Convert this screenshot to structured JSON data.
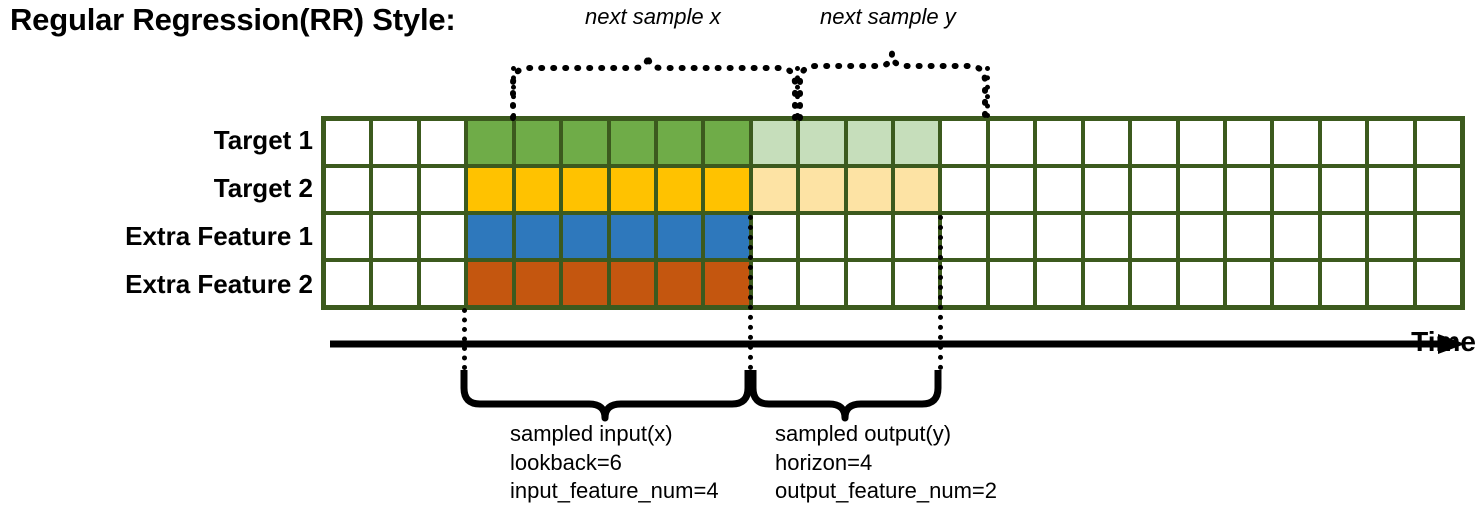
{
  "title": "Regular Regression(RR) Style:",
  "rows": [
    {
      "label": "Target 1",
      "key": "target-1"
    },
    {
      "label": "Target 2",
      "key": "target-2"
    },
    {
      "label": "Extra Feature 1",
      "key": "extra-feature-1"
    },
    {
      "label": "Extra Feature 2",
      "key": "extra-feature-2"
    }
  ],
  "axis": {
    "label": "Time",
    "direction": "right"
  },
  "grid": {
    "columns": 24,
    "rows": 4,
    "border_color": "#3c5a1e",
    "empty_color": "#ffffff",
    "input_start_column": 4,
    "input_end_column": 9,
    "output_start_column": 10,
    "output_end_column": 13,
    "colors": {
      "target-1": "#6fac48",
      "target-2": "#ffc200",
      "extra-feature-1": "#2e78bc",
      "extra-feature-2": "#c4560f",
      "target-1-output": "#c6debb",
      "target-2-output": "#fde3a4"
    },
    "cells": [
      [
        "empty",
        "empty",
        "empty",
        "green",
        "green",
        "green",
        "green",
        "green",
        "green",
        "lgreen",
        "lgreen",
        "lgreen",
        "lgreen",
        "empty",
        "empty",
        "empty",
        "empty",
        "empty",
        "empty",
        "empty",
        "empty",
        "empty",
        "empty",
        "empty"
      ],
      [
        "empty",
        "empty",
        "empty",
        "yellow",
        "yellow",
        "yellow",
        "yellow",
        "yellow",
        "yellow",
        "lyellow",
        "lyellow",
        "lyellow",
        "lyellow",
        "empty",
        "empty",
        "empty",
        "empty",
        "empty",
        "empty",
        "empty",
        "empty",
        "empty",
        "empty",
        "empty"
      ],
      [
        "empty",
        "empty",
        "empty",
        "blue",
        "blue",
        "blue",
        "blue",
        "blue",
        "blue",
        "empty",
        "empty",
        "empty",
        "empty",
        "empty",
        "empty",
        "empty",
        "empty",
        "empty",
        "empty",
        "empty",
        "empty",
        "empty",
        "empty",
        "empty"
      ],
      [
        "empty",
        "empty",
        "empty",
        "orange",
        "orange",
        "orange",
        "orange",
        "orange",
        "orange",
        "empty",
        "empty",
        "empty",
        "empty",
        "empty",
        "empty",
        "empty",
        "empty",
        "empty",
        "empty",
        "empty",
        "empty",
        "empty",
        "empty",
        "empty"
      ]
    ]
  },
  "top_braces": [
    {
      "key": "next-sample-x",
      "caption": "next sample x"
    },
    {
      "key": "next-sample-y",
      "caption": "next sample y"
    }
  ],
  "bottom_braces": [
    {
      "key": "sampled-input",
      "line1": "sampled input(x)",
      "line2": "lookback=6",
      "line3": "input_feature_num=4"
    },
    {
      "key": "sampled-output",
      "line1": "sampled output(y)",
      "line2": "horizon=4",
      "line3": "output_feature_num=2"
    }
  ]
}
